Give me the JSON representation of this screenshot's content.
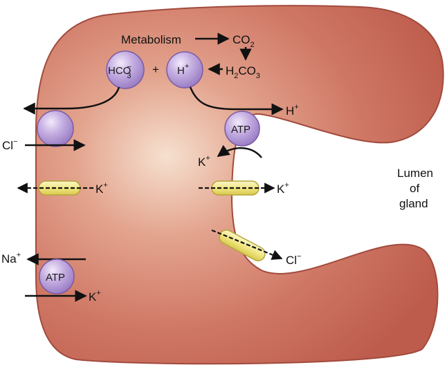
{
  "labels": {
    "metabolism": "Metabolism",
    "co2": "CO",
    "co2_sub": "2",
    "h2co3_h": "H",
    "h2co3_sub": "2",
    "h2co3_co": "CO",
    "h2co3_sub3": "3",
    "plus": "+",
    "hco3": "HCO",
    "hco3_sub": "3",
    "hco3_sup": "−",
    "h_ion": "H",
    "h_sup": "+",
    "h_out": "H",
    "h_out_sup": "+",
    "atp_top": "ATP",
    "atp_bottom": "ATP",
    "cl_left": "Cl",
    "cl_left_sup": "−",
    "k_in_right": "K",
    "k_in_right_sup": "+",
    "k_left_channel": "K",
    "k_left_channel_sup": "+",
    "k_right_channel": "K",
    "k_right_channel_sup": "+",
    "na": "Na",
    "na_sup": "+",
    "k_bottom": "K",
    "k_bottom_sup": "+",
    "cl_right": "Cl",
    "cl_right_sup": "−",
    "lumen_line1": "Lumen",
    "lumen_line2": "of",
    "lumen_line3": "gland"
  },
  "colors": {
    "cell_fill": "#c8695a",
    "cell_highlight": "#f3d8c4",
    "cell_stroke": "#8e3f35",
    "transporter_fill": "#b9a0d8",
    "channel_fill": "#f2e98a",
    "arrow": "#111111"
  }
}
